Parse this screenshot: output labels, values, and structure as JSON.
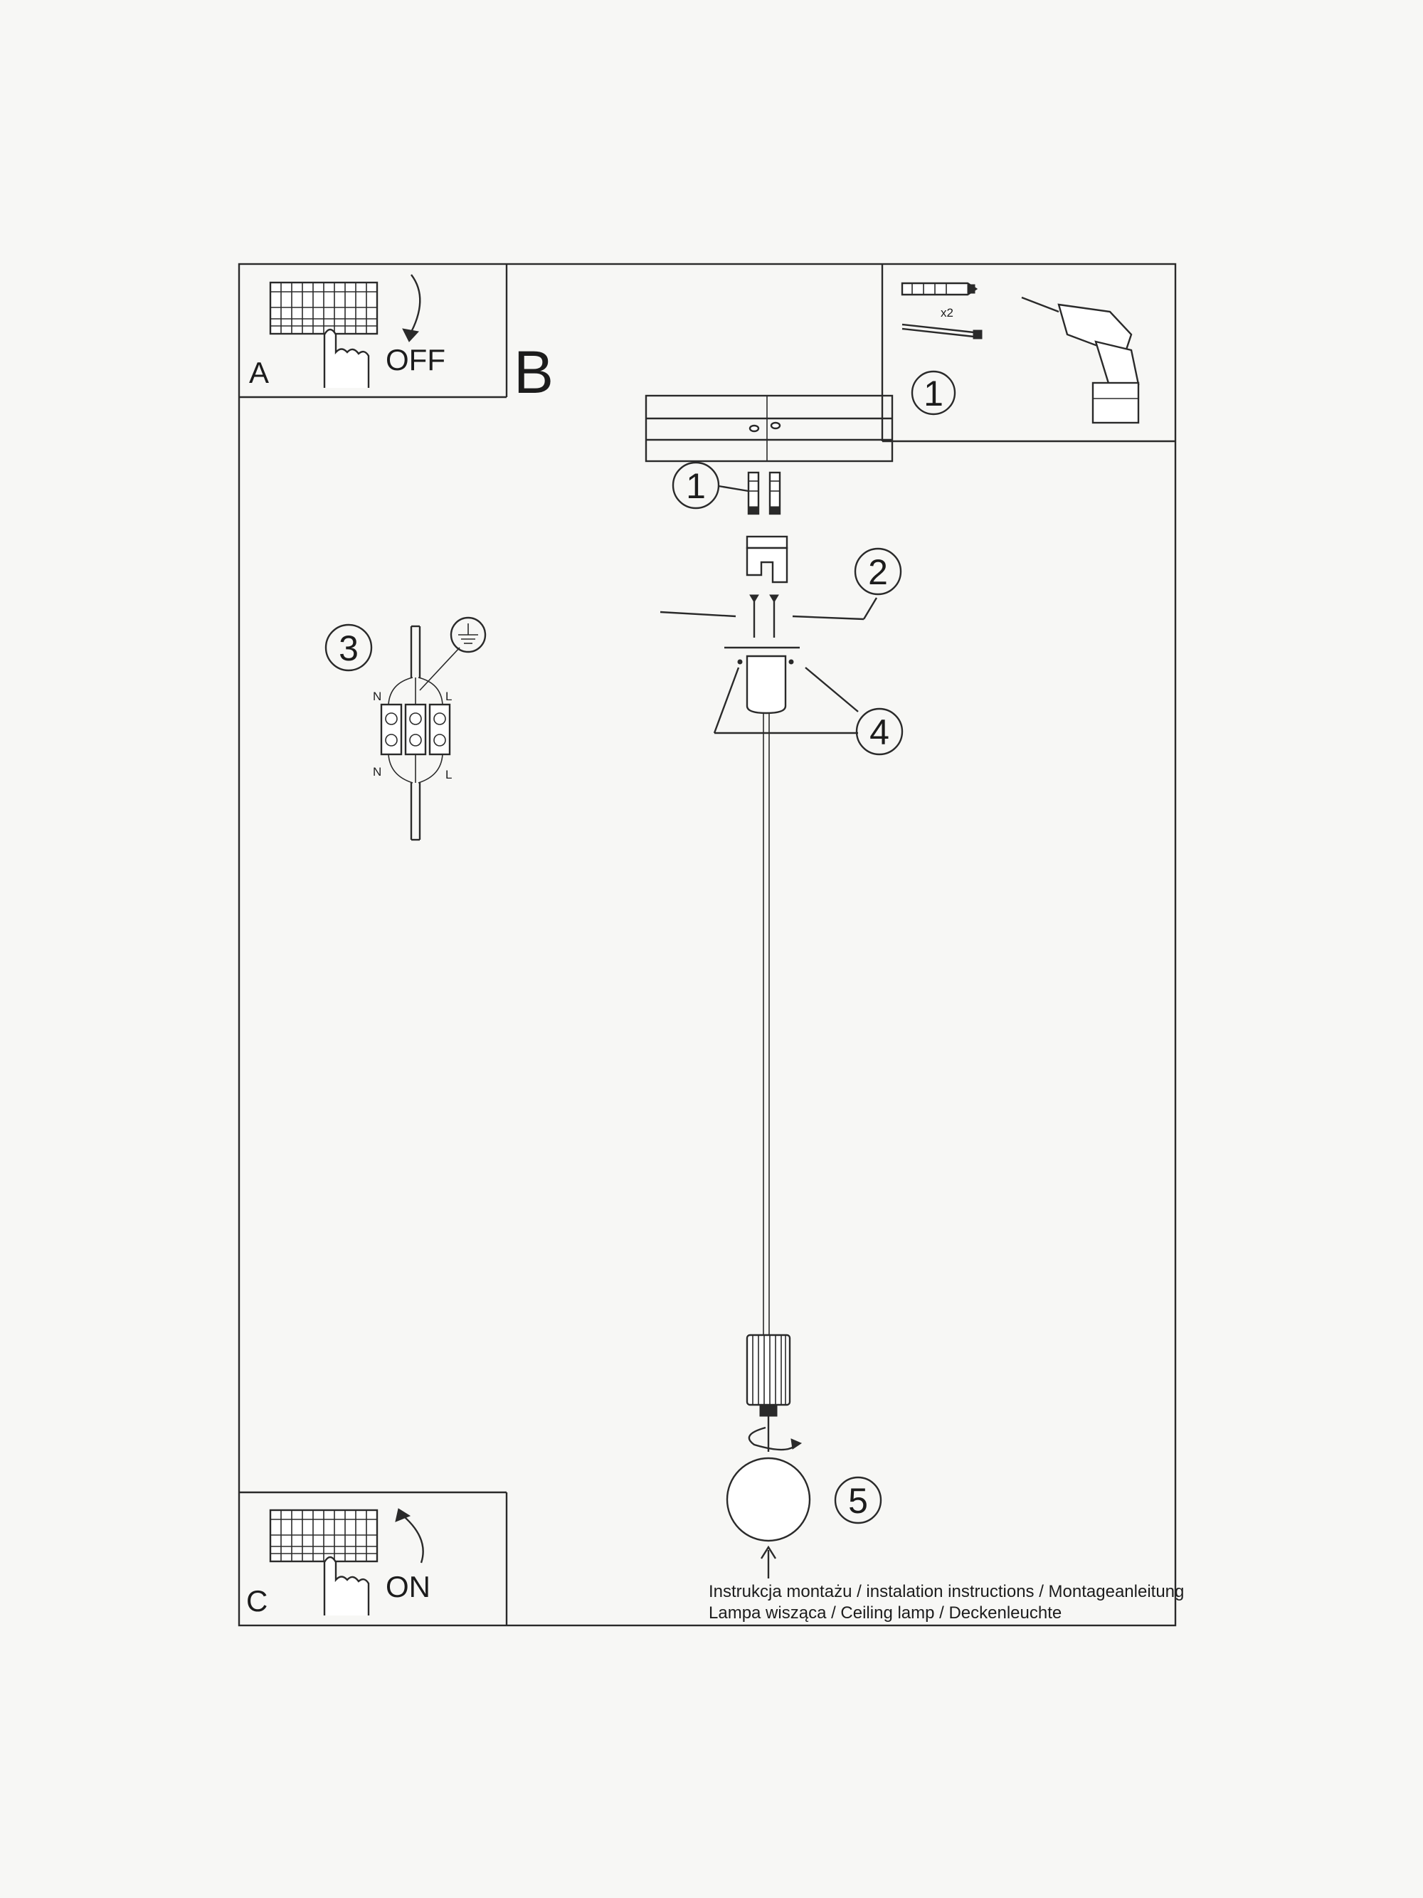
{
  "panels": {
    "a": {
      "letter": "A",
      "label": "OFF"
    },
    "b": {
      "letter": "B"
    },
    "c": {
      "letter": "C",
      "label": "ON"
    }
  },
  "tools": {
    "step": "1",
    "quantity": "x2"
  },
  "steps": [
    "1",
    "2",
    "3",
    "4",
    "5"
  ],
  "wiring": {
    "neutral": "N",
    "live": "L"
  },
  "caption": {
    "line1": "Instrukcja montażu / instalation instructions / Montageanleitung",
    "line2": "Lampa wisząca / Ceiling lamp / Deckenleuchte"
  }
}
